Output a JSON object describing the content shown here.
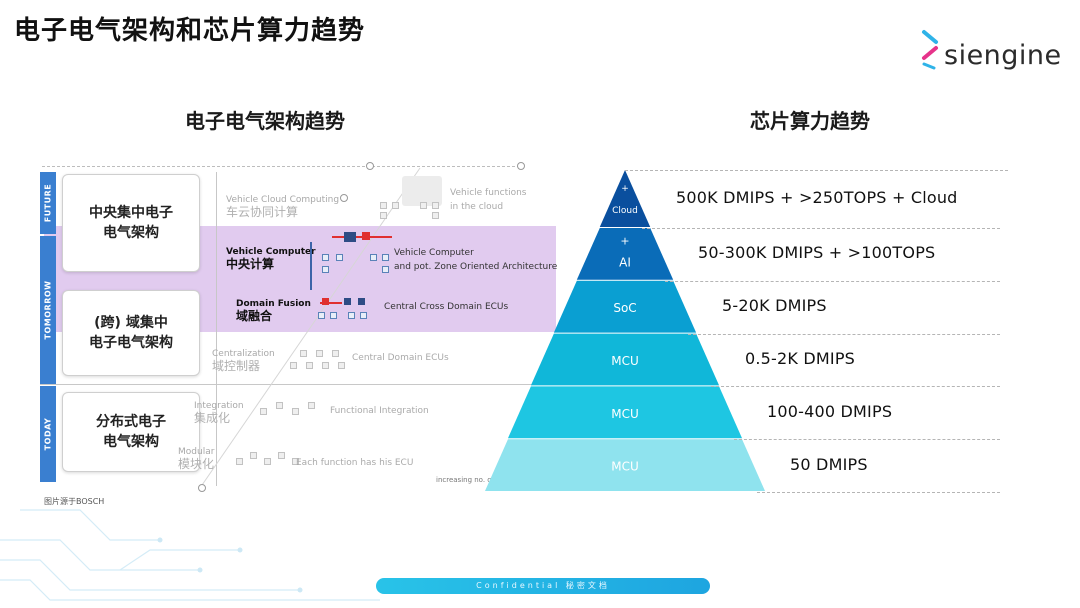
{
  "slide": {
    "title": "电子电气架构和芯片算力趋势",
    "logo_text": "siengine"
  },
  "left": {
    "heading": "电子电气架构趋势",
    "bands": [
      "FUTURE",
      "TOMORROW",
      "TODAY"
    ],
    "boxes": [
      {
        "line1": "中央集中电子",
        "line2": "电气架构"
      },
      {
        "line1": "(跨) 域集中",
        "line2": "电子电气架构"
      },
      {
        "line1": "分布式电子",
        "line2": "电气架构"
      }
    ],
    "stages": [
      {
        "en": "Vehicle Cloud Computing",
        "cn": "车云协同计算"
      },
      {
        "en": "Vehicle Computer",
        "cn": "中央计算"
      },
      {
        "en": "Domain Fusion",
        "cn": "域融合"
      },
      {
        "en": "Centralization",
        "cn": "域控制器"
      },
      {
        "en": "Integration",
        "cn": "集成化"
      },
      {
        "en": "Modular",
        "cn": "模块化"
      }
    ],
    "descs": {
      "cloud_1": "Vehicle functions",
      "cloud_2": "in the cloud",
      "vc_1": "Vehicle Computer",
      "vc_2": "and pot. Zone Oriented Architecture",
      "fusion": "Central Cross Domain ECUs",
      "central": "Central Domain ECUs",
      "integration": "Functional Integration",
      "modular": "Each function has his ECU"
    },
    "axis_note": "increasing no. of f",
    "caption": "图片源于BOSCH"
  },
  "right": {
    "heading": "芯片算力趋势",
    "tiers": [
      {
        "label_top": "+",
        "label_bottom": "Cloud",
        "value": "500K DMIPS + >250TOPS + Cloud"
      },
      {
        "label_top": "+",
        "label_bottom": "AI",
        "value": "50-300K DMIPS + >100TOPS"
      },
      {
        "label_top": "",
        "label_bottom": "SoC",
        "value": "5-20K DMIPS"
      },
      {
        "label_top": "",
        "label_bottom": "MCU",
        "value": "0.5-2K DMIPS"
      },
      {
        "label_top": "",
        "label_bottom": "MCU",
        "value": "100-400 DMIPS"
      },
      {
        "label_top": "",
        "label_bottom": "MCU",
        "value": "50 DMIPS"
      }
    ],
    "colors": [
      "#0a4f9e",
      "#0a6cb8",
      "#0a9fd2",
      "#10b7d9",
      "#1ec6e2",
      "#8fe3ee"
    ]
  },
  "footer": {
    "text": "Confidential 秘密文档"
  }
}
